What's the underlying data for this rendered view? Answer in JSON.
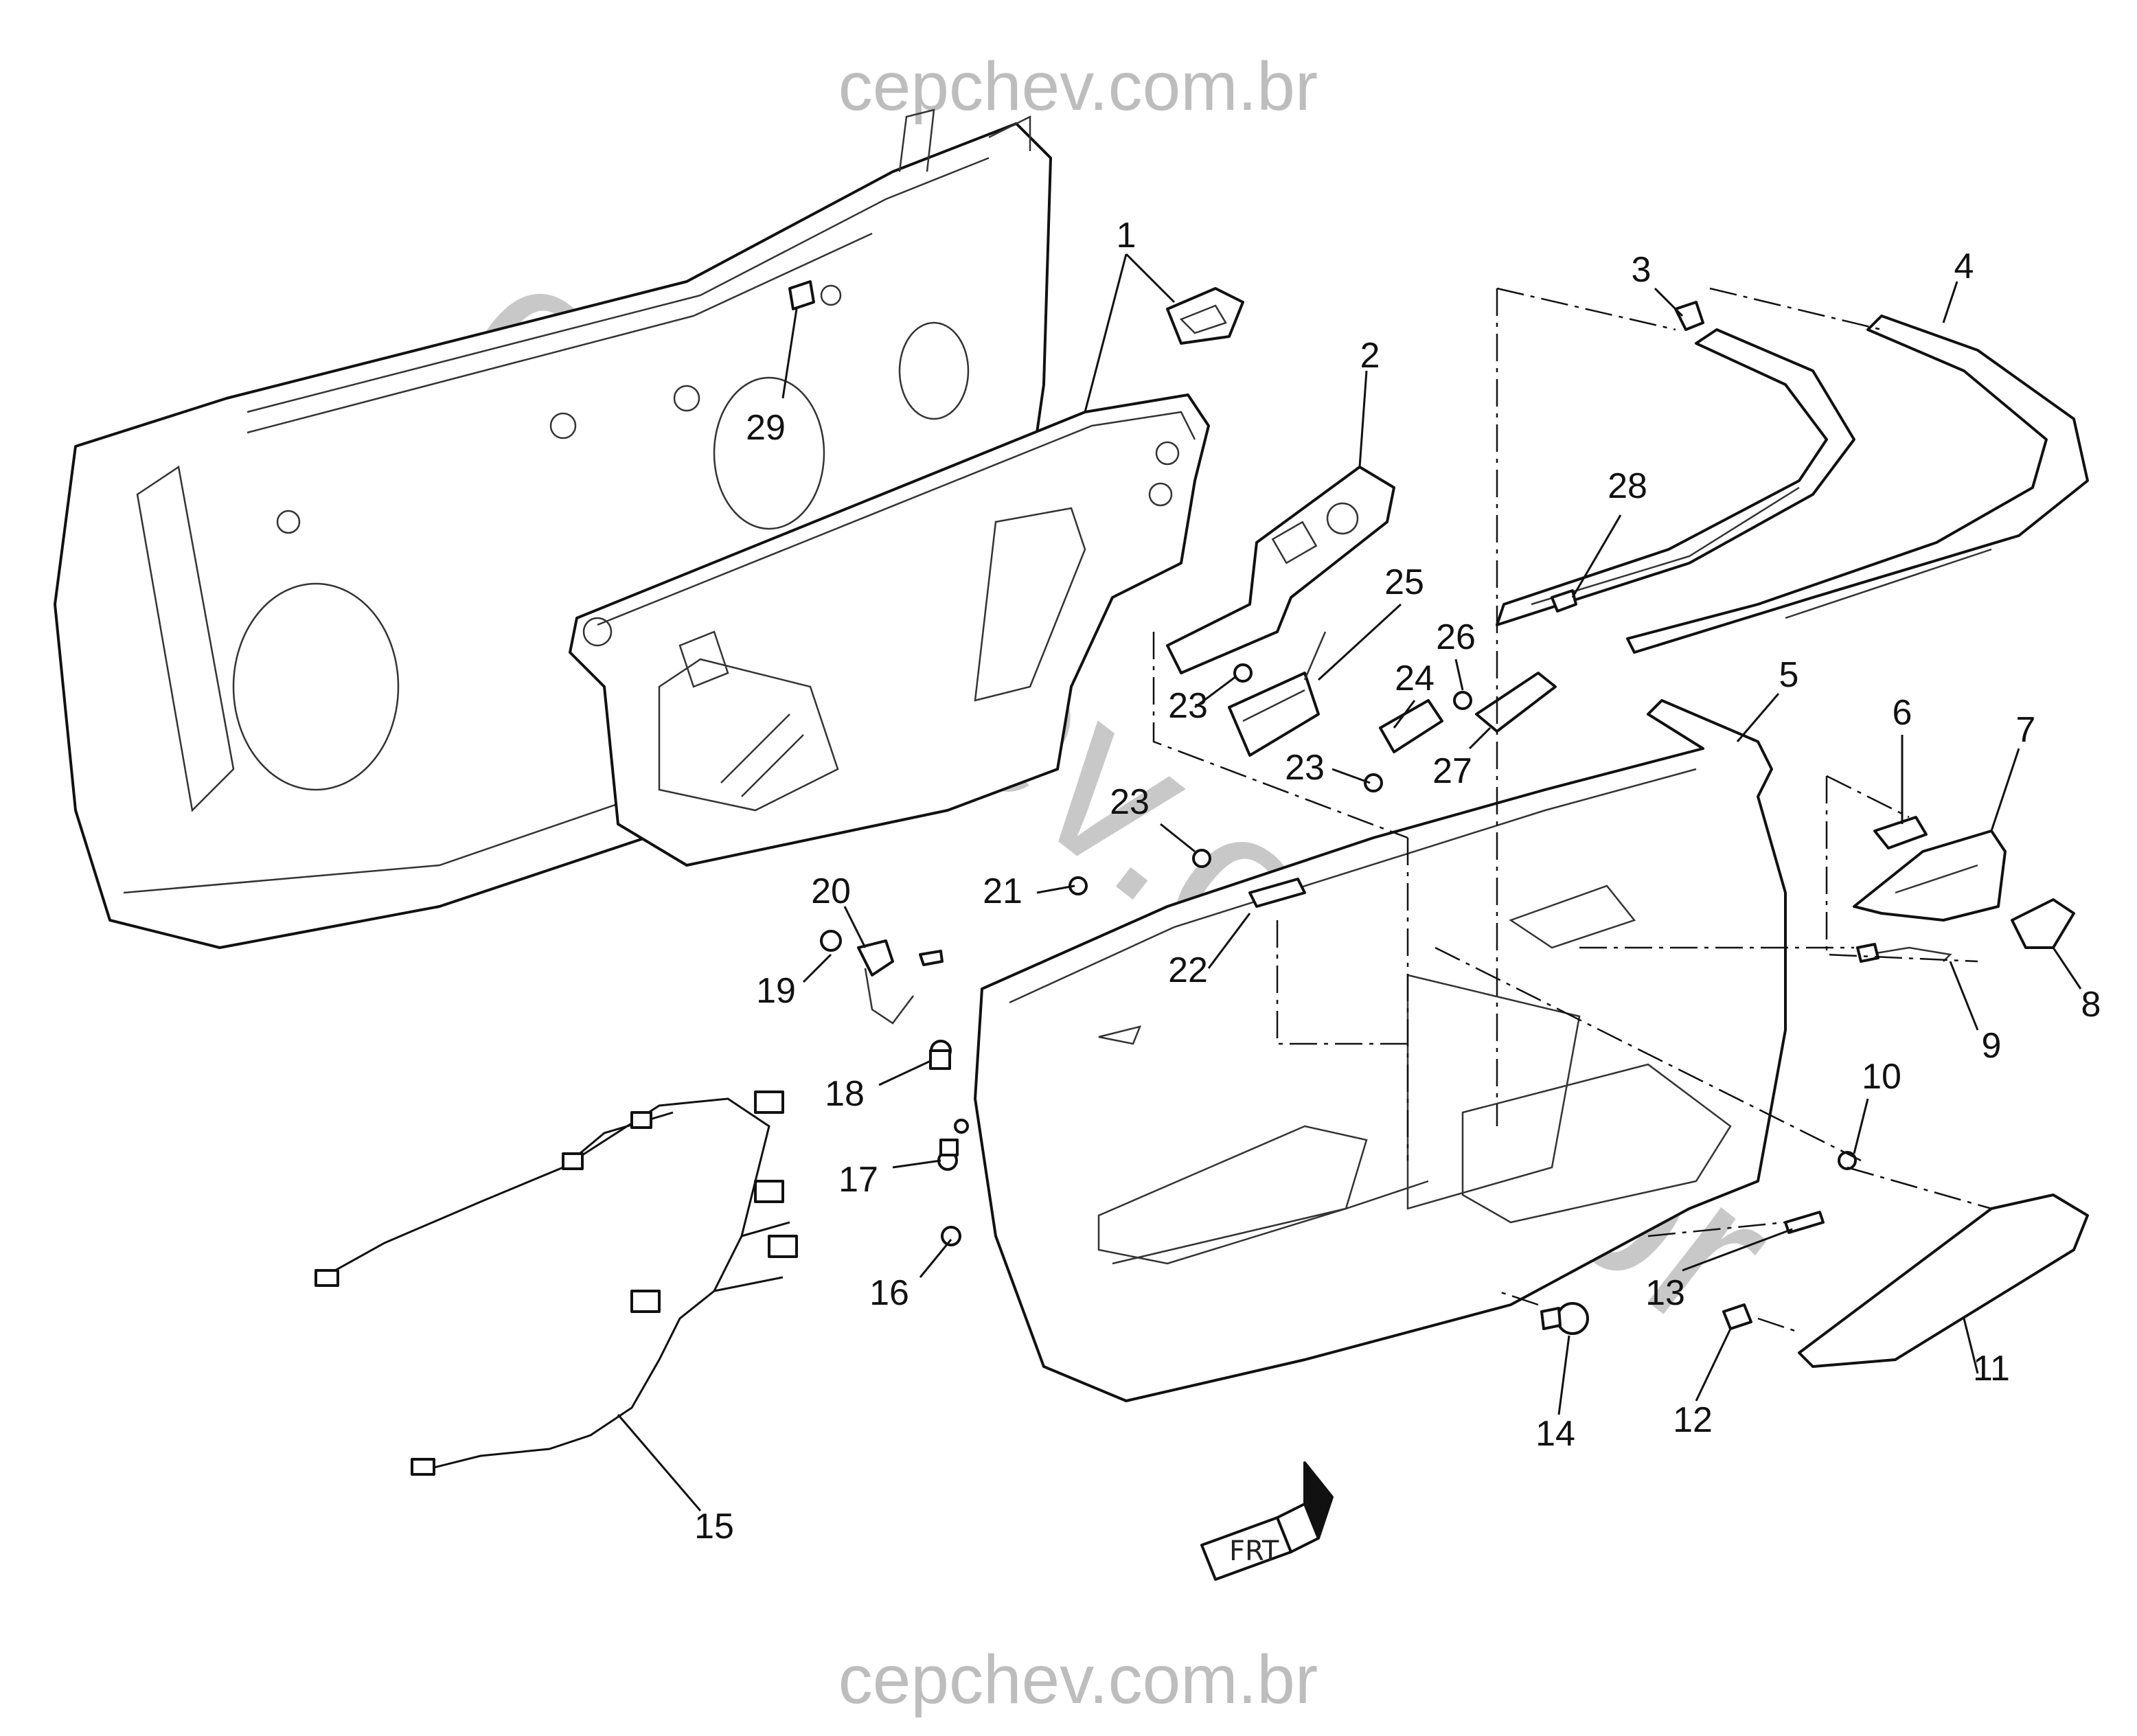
{
  "watermark": {
    "top": "cepchev.com.br",
    "bottom": "cepchev.com.br",
    "diagonal": "cepchev.com.br"
  },
  "frt_symbol": "FRT",
  "callouts": [
    "1",
    "2",
    "3",
    "4",
    "5",
    "6",
    "7",
    "8",
    "9",
    "10",
    "11",
    "12",
    "13",
    "14",
    "15",
    "16",
    "17",
    "18",
    "19",
    "20",
    "21",
    "22",
    "23",
    "24",
    "25",
    "26",
    "27",
    "28",
    "29"
  ],
  "callout_repeats": {
    "23": [
      "23",
      "23",
      "23"
    ]
  },
  "parts": [
    {
      "id": "door-frame",
      "ref": "door-inner-panel"
    },
    {
      "id": "water-deflector",
      "ref": "1"
    },
    {
      "id": "window-switch-bezel",
      "ref": "2"
    },
    {
      "id": "upper-trim-clip",
      "ref": "3"
    },
    {
      "id": "upper-garnish",
      "ref": "4"
    },
    {
      "id": "door-trim-panel",
      "ref": "5"
    },
    {
      "id": "handle-bezel-lamp",
      "ref": "6"
    },
    {
      "id": "inside-handle",
      "ref": "7"
    },
    {
      "id": "handle-cap",
      "ref": "8"
    },
    {
      "id": "handle-harness",
      "ref": "9"
    },
    {
      "id": "trim-retainer",
      "ref": "10"
    },
    {
      "id": "armrest-pad",
      "ref": "11"
    },
    {
      "id": "armrest-clip",
      "ref": "12"
    },
    {
      "id": "speaker-badge",
      "ref": "13"
    },
    {
      "id": "lock-knob",
      "ref": "14"
    },
    {
      "id": "wiring-harness",
      "ref": "15"
    },
    {
      "id": "panel-retainer-a",
      "ref": "16"
    },
    {
      "id": "panel-retainer-b",
      "ref": "17"
    },
    {
      "id": "panel-retainer-c",
      "ref": "18"
    },
    {
      "id": "lamp-screw",
      "ref": "19"
    },
    {
      "id": "courtesy-lamp",
      "ref": "20"
    },
    {
      "id": "panel-screw",
      "ref": "21"
    },
    {
      "id": "pull-handle-lamp",
      "ref": "22"
    },
    {
      "id": "bezel-screw",
      "ref": "23"
    },
    {
      "id": "lock-switch",
      "ref": "24"
    },
    {
      "id": "window-switch",
      "ref": "25"
    },
    {
      "id": "switch-screw",
      "ref": "26"
    },
    {
      "id": "mirror-switch",
      "ref": "27"
    },
    {
      "id": "garnish-retainer",
      "ref": "28"
    },
    {
      "id": "sealing-strip-clip",
      "ref": "29"
    }
  ]
}
